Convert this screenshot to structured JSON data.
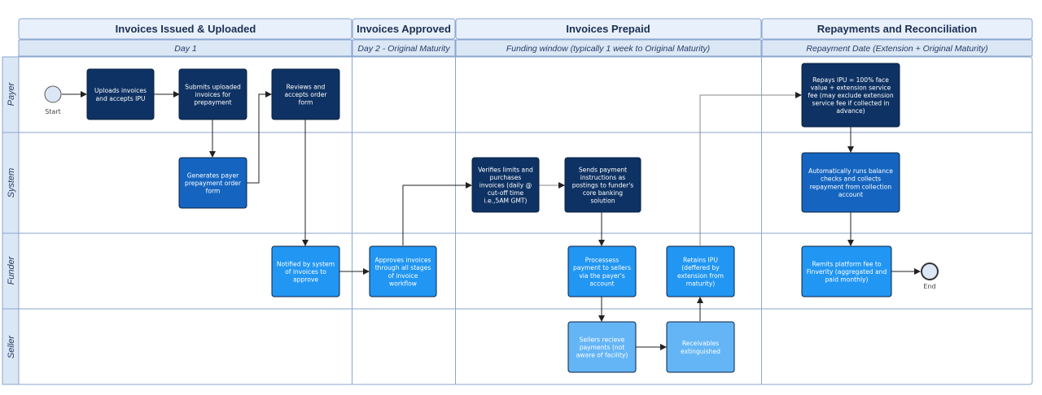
{
  "phases": [
    {
      "title": "Invoices Issued & Uploaded",
      "subtitle": "Day 1"
    },
    {
      "title": "Invoices Approved",
      "subtitle": "Day 2 - Original Maturity"
    },
    {
      "title": "Invoices Prepaid",
      "subtitle": "Funding window (typically 1 week to Original Maturity)"
    },
    {
      "title": "Repayments and Reconciliation",
      "subtitle": "Repayment Date (Extension + Original Maturity)"
    }
  ],
  "lanes": [
    "Payer",
    "System",
    "Funder",
    "Seller"
  ],
  "events": {
    "start": "Start",
    "end": "End"
  },
  "colors": {
    "dark": "#0e3263",
    "mid": "#1565c0",
    "bright": "#2196f3",
    "light": "#64b5f6",
    "header_fill": "#e8f0fb",
    "header_border": "#8aa6cf"
  },
  "boxes": {
    "upload": [
      "Uploads invoices",
      "and accepts IPU"
    ],
    "submit": [
      "Submits uploaded",
      "invoices for",
      "prepayment"
    ],
    "review": [
      "Reviews and",
      "accepts order",
      "form"
    ],
    "generate": [
      "Generates payer",
      "prepayment order",
      "form"
    ],
    "notified": [
      "Notified by system",
      "of invoices to",
      "approve"
    ],
    "approve": [
      "Approves invoices",
      "through all stages",
      "of invoice",
      "workflow"
    ],
    "verify": [
      "Verifies limits and",
      "purchases",
      "invoices (daily @",
      "cut-off time",
      "i.e.,5AM GMT)"
    ],
    "send": [
      "Sends payment",
      "instructions as",
      "postings to funder's",
      "core banking",
      "solution"
    ],
    "process": [
      "Processess",
      "payment to sellers",
      "via the payer's",
      "account"
    ],
    "retain": [
      "Retains IPU",
      "(deffered by",
      "extension from",
      "maturity)"
    ],
    "sellers": [
      "Sellers recieve",
      "payments (not",
      "aware of facility)"
    ],
    "receivables": [
      "Receivables",
      "extinguished"
    ],
    "repay": [
      "Repays IPU = 100% face",
      "value + extension service",
      "fee (may exclude extension",
      "service fee if collected in",
      "advance)"
    ],
    "balance": [
      "Automatically runs balance",
      "checks and collects",
      "repayment from collection",
      "account"
    ],
    "remit": [
      "Remits platform fee to",
      "Finverity (aggregated and",
      "paid monthly)"
    ]
  }
}
